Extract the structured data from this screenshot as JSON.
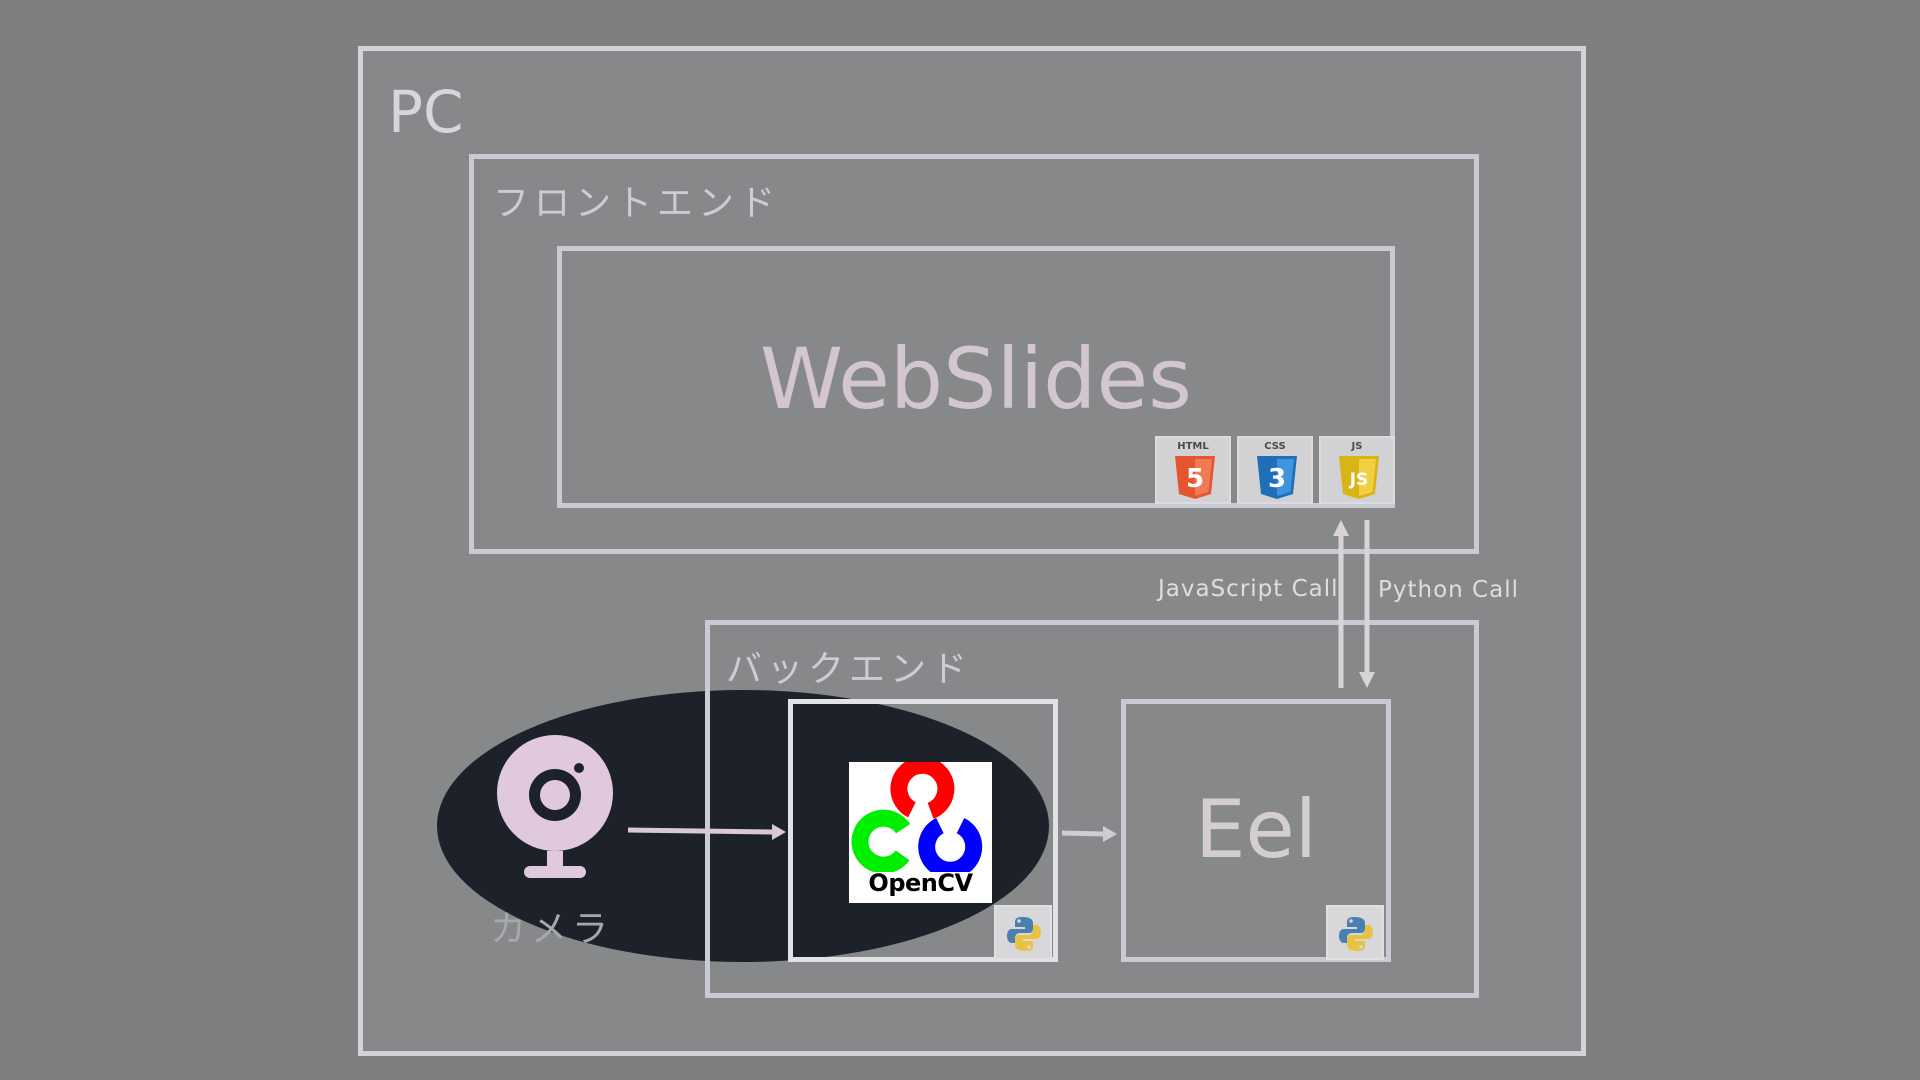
{
  "colors": {
    "background": "#7f7f7f",
    "pc_fill": "#868889",
    "border": "#c9cad3",
    "camera_oval": "#1d212a",
    "camera_icon": "#e0c8de",
    "arrow": "#d8c8d8",
    "title_text": "#d4c6cf"
  },
  "pc": {
    "label": "PC"
  },
  "frontend": {
    "label": "フロントエンド",
    "webslides": {
      "title": "WebSlides",
      "badges": [
        {
          "label": "HTML",
          "digit": "5",
          "icon": "html5-icon",
          "color": "#e4572e"
        },
        {
          "label": "CSS",
          "digit": "3",
          "icon": "css3-icon",
          "color": "#1f7fcf"
        },
        {
          "label": "JS",
          "digit": "JS",
          "icon": "javascript-icon",
          "color": "#e9c520"
        }
      ]
    }
  },
  "calls": {
    "javascript": "JavaScript  Call",
    "python": "Python  Call"
  },
  "backend": {
    "label": "バックエンド",
    "opencv": {
      "label": "OpenCV",
      "icon": "opencv-logo",
      "badge_icon": "python-icon"
    },
    "eel": {
      "title": "Eel",
      "badge_icon": "python-icon"
    }
  },
  "camera": {
    "label": "カメラ",
    "icon": "webcam-icon"
  }
}
